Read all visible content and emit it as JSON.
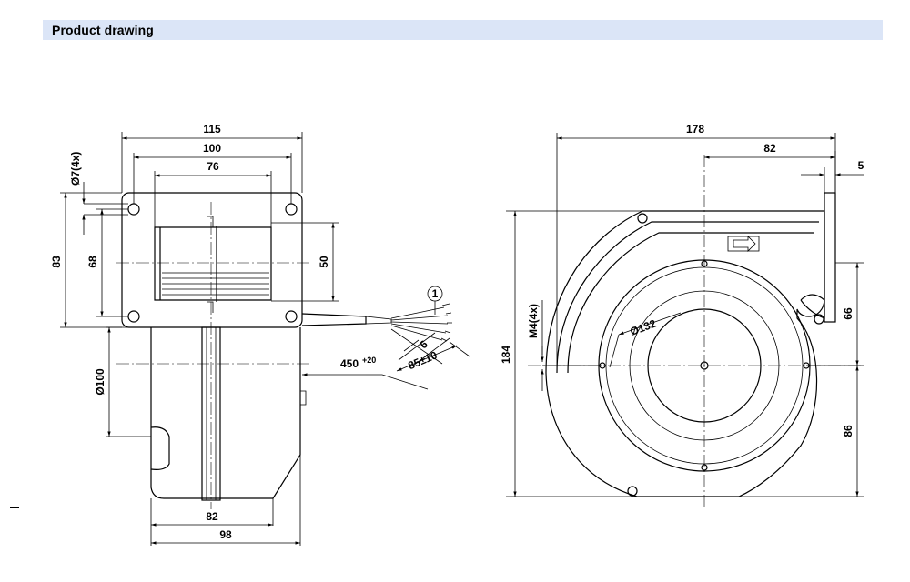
{
  "header": {
    "title": "Product drawing"
  },
  "left_view": {
    "dims": {
      "d115": "115",
      "d100": "100",
      "d76": "76",
      "phi7": "Ø7(4x)",
      "d83": "83",
      "d68": "68",
      "d50": "50",
      "phi100": "Ø100",
      "d82": "82",
      "d98": "98"
    },
    "cable": {
      "marker": "1",
      "d6": "6",
      "d85": "85±10",
      "d450": "450",
      "d450_tol": "+20"
    }
  },
  "right_view": {
    "dims": {
      "d178": "178",
      "d82": "82",
      "d5": "5",
      "m4": "M4(4x)",
      "d184": "184",
      "phi132": "Ø132",
      "d66": "66",
      "d86": "86"
    }
  }
}
